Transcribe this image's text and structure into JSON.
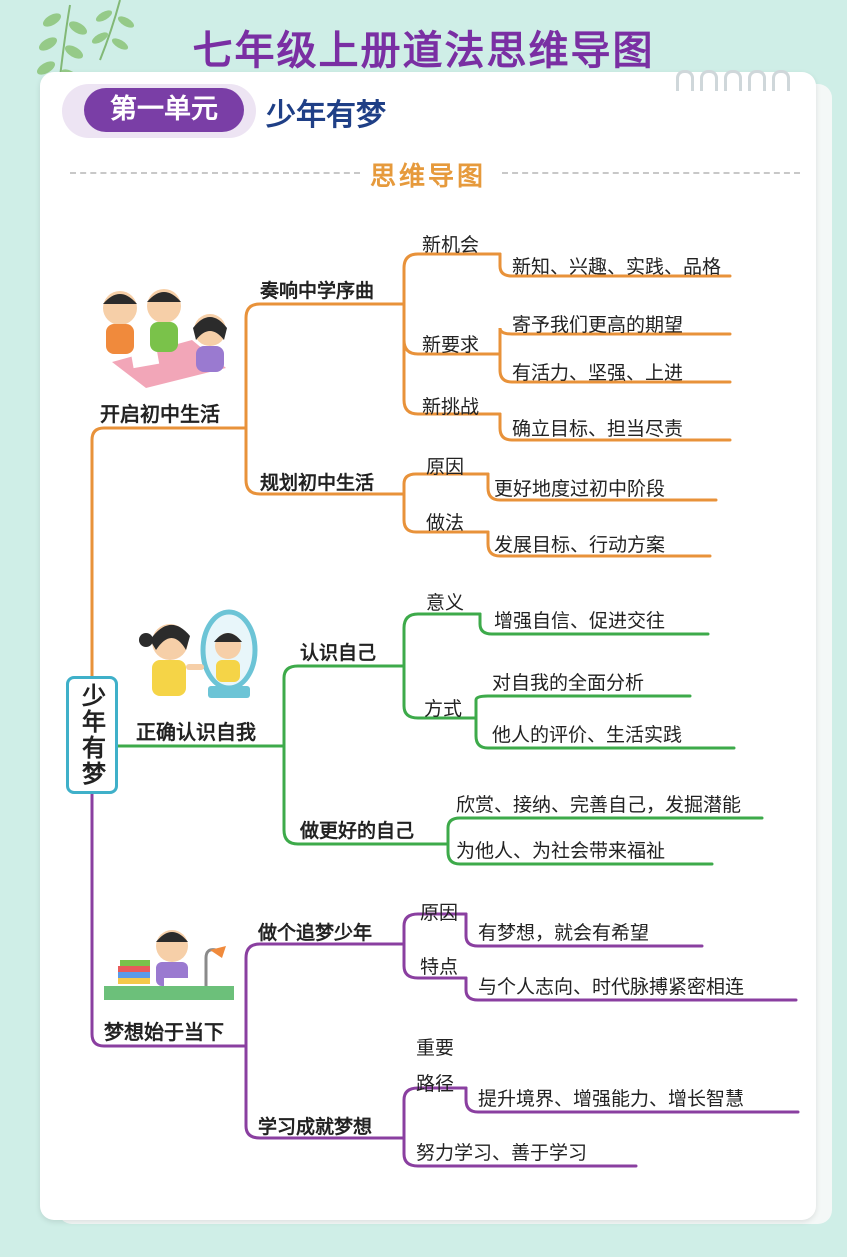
{
  "title": "七年级上册道法思维导图",
  "unit": {
    "badge": "第一单元",
    "name": "少年有梦"
  },
  "section_label": "思维导图",
  "mindmap": {
    "root": "少年有梦",
    "branches": [
      {
        "label": "开启初中生活",
        "color": "#e8923a",
        "children": [
          {
            "label": "奏响中学序曲",
            "children": [
              {
                "label": "新机会",
                "items": [
                  "新知、兴趣、实践、品格"
                ]
              },
              {
                "label": "新要求",
                "items": [
                  "寄予我们更高的期望",
                  "有活力、坚强、上进"
                ]
              },
              {
                "label": "新挑战",
                "items": [
                  "确立目标、担当尽责"
                ]
              }
            ]
          },
          {
            "label": "规划初中生活",
            "children": [
              {
                "label": "原因",
                "items": [
                  "更好地度过初中阶段"
                ]
              },
              {
                "label": "做法",
                "items": [
                  "发展目标、行动方案"
                ]
              }
            ]
          }
        ]
      },
      {
        "label": "正确认识自我",
        "color": "#3daa4a",
        "children": [
          {
            "label": "认识自己",
            "children": [
              {
                "label": "意义",
                "items": [
                  "增强自信、促进交往"
                ]
              },
              {
                "label": "方式",
                "items": [
                  "对自我的全面分析",
                  "他人的评价、生活实践"
                ]
              }
            ]
          },
          {
            "label": "做更好的自己",
            "items": [
              "欣赏、接纳、完善自己，发掘潜能",
              "为他人、为社会带来福祉"
            ]
          }
        ]
      },
      {
        "label": "梦想始于当下",
        "color": "#8a3fa0",
        "children": [
          {
            "label": "做个追梦少年",
            "children": [
              {
                "label": "原因",
                "items": [
                  "有梦想，就会有希望"
                ]
              },
              {
                "label": "特点",
                "items": [
                  "与个人志向、时代脉搏紧密相连"
                ]
              }
            ]
          },
          {
            "label": "学习成就梦想",
            "children": [
              {
                "label": "重要路径",
                "items": [
                  "提升境界、增强能力、增长智慧"
                ]
              },
              {
                "label": "",
                "items": [
                  "努力学习、善于学习"
                ]
              }
            ]
          }
        ]
      }
    ]
  },
  "colors": {
    "accent": "#7a2fa3",
    "unit_badge": "#7a3ea6",
    "unit_name": "#1f3f86",
    "section": "#e69a3c",
    "root_border": "#3fb0c9"
  },
  "illustrations": [
    "students-discussing-illustration",
    "girl-mirror-illustration",
    "boy-studying-illustration",
    "leaf-decoration"
  ]
}
